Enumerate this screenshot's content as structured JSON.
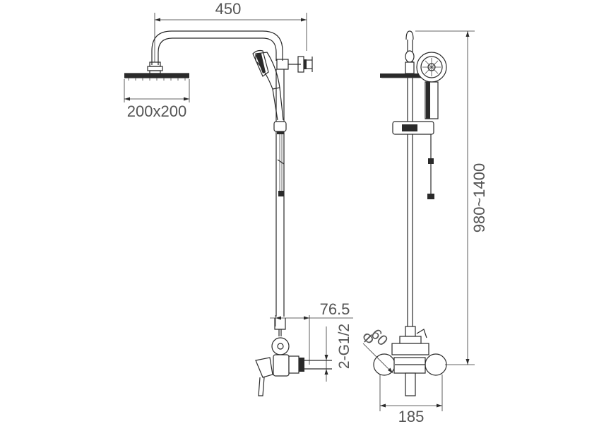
{
  "dimensions": {
    "arm_length": "450",
    "head_size": "200x200",
    "inlet_offset": "76.5",
    "inlet_thread": "2-G1/2",
    "escutcheon_diameter": "60",
    "height_range": "980~1400",
    "inlet_spacing": "185"
  },
  "colors": {
    "line": "#2a2a2a",
    "dimension_text": "#555555",
    "background": "#ffffff"
  }
}
